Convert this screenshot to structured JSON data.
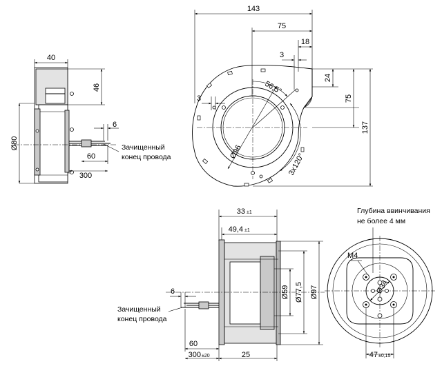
{
  "views": {
    "side_top": {
      "width_40": "40",
      "height_46": "46",
      "dia_80": "Ø80",
      "wire_6": "6",
      "wire_60": "60",
      "wire_300": "300",
      "wire_note_line1": "Зачищенный",
      "wire_note_line2": "конец провода"
    },
    "front_top": {
      "overall_143": "143",
      "dim_75_h": "75",
      "dim_18": "18",
      "dim_3_top": "3",
      "dim_3_left": "3",
      "dim_24": "24",
      "dim_75_v": "75",
      "dim_137": "137",
      "angle_56_5": "56,5°",
      "dia_96": "Ø96",
      "holes_3x120": "3x120°"
    },
    "side_bottom": {
      "dim_33": "33",
      "tol_33": "±1",
      "dim_49_4": "49,4",
      "tol_49_4": "±1",
      "dia_59": "Ø59",
      "dia_77_5": "Ø77,5",
      "dia_97": "Ø97",
      "wire_6": "6",
      "wire_60": "60",
      "wire_300": "300",
      "tol_300": "±20",
      "dim_25": "25",
      "wire_note_line1": "Зачищенный",
      "wire_note_line2": "конец провода"
    },
    "rear_bottom": {
      "note_line1": "Глубина ввинчивания",
      "note_line2": "не более 4 мм",
      "thread_m4": "M4",
      "dia_34": "Ø34",
      "dim_47": "47",
      "tol_47": "±0,15"
    }
  }
}
